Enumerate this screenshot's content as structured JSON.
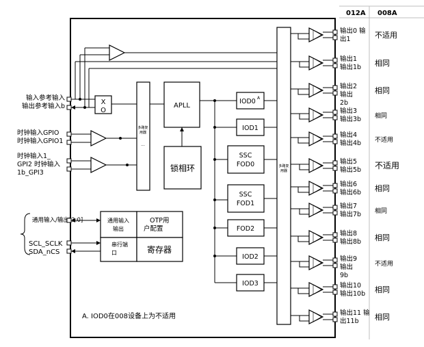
{
  "header": {
    "col1": "012A",
    "col2": "008A"
  },
  "left_inputs": {
    "ref_in": "输入参考输入",
    "ref_out": "输出参考输入b",
    "gpio_l1": "时钟输入GPIO",
    "gpio_l2": "时钟输入GPIO1",
    "clkin_l1": "时钟输入1_",
    "clkin_l2": "GPI2 时钟输入",
    "clkin_l3": "1b_GPI3",
    "gpio_bus": "通用输入/输出[3:0]",
    "scl": "SCL_SCLK",
    "sda": "SDA_nCS"
  },
  "blocks": {
    "xo_1": "X",
    "xo_2": "O",
    "mux_1": "多路复",
    "mux_2": "用器",
    "mux_dots": "...",
    "apll": "APLL",
    "pll": "锁相环",
    "iod0": "IOD0",
    "iod0_sup": "A",
    "iod1": "IOD1",
    "ssc0_1": "SSC",
    "ssc0_2": "FOD0",
    "ssc1_1": "SSC",
    "ssc1_2": "FOD1",
    "fod2": "FOD2",
    "iod2": "IOD2",
    "iod3": "IOD3",
    "bigmux_1": "多路复",
    "bigmux_2": "用器",
    "gpio_blk_1": "通用输入",
    "gpio_blk_2": "输出",
    "otp_1": "OTP用",
    "otp_2": "户配置",
    "serial_1": "串行端",
    "serial_2": "口",
    "registers": "寄存器"
  },
  "outputs": [
    {
      "l1": "输出0 输",
      "l2": "出1",
      "s": "不适用"
    },
    {
      "l1": "输出1",
      "l2": "输出1b",
      "s": "相同"
    },
    {
      "l1": "输出2",
      "l2": "输出",
      "l3": "2b",
      "s": "相同"
    },
    {
      "l1": "输出3",
      "l2": "输出3b",
      "s": "相同"
    },
    {
      "l1": "输出4",
      "l2": "输出4b",
      "s": "不适用"
    },
    {
      "l1": "输出5",
      "l2": "输出5b",
      "s": "不适用"
    },
    {
      "l1": "输出6",
      "l2": "输出6b",
      "s": "相同"
    },
    {
      "l1": "输出7",
      "l2": "输出7b",
      "s": "相同"
    },
    {
      "l1": "输出8",
      "l2": "输出8b",
      "s": "相同"
    },
    {
      "l1": "输出9",
      "l2": "输出",
      "l3": "9b",
      "s": "不适用"
    },
    {
      "l1": "输出10",
      "l2": "输出10b",
      "s": "相同"
    },
    {
      "l1": "输出11 输",
      "l2": "出11b",
      "s": "相同"
    }
  ],
  "footnote": "A. IOD0在008设备上为不适用"
}
